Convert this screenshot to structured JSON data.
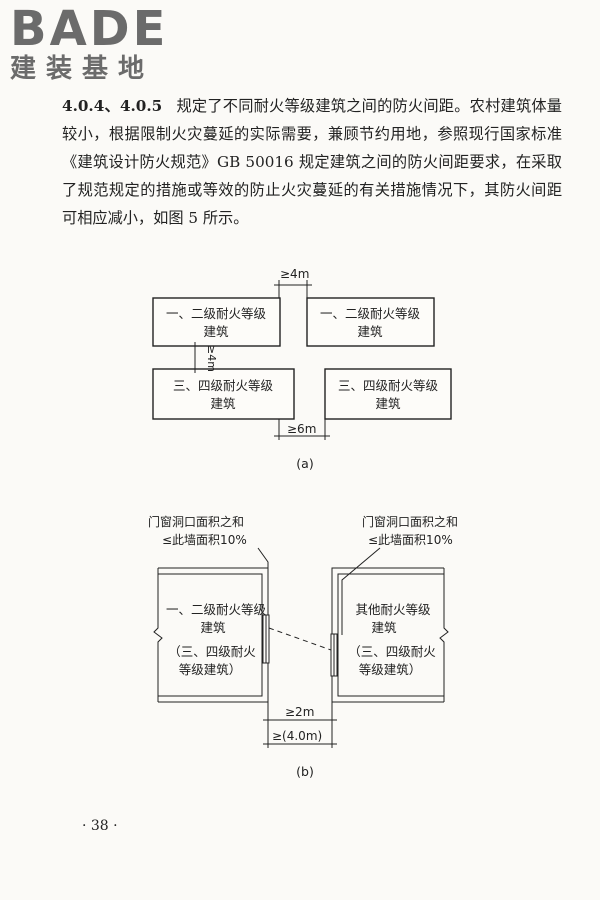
{
  "logo": {
    "main": "BADE",
    "sub": "建装基地"
  },
  "paragraph": {
    "clause": "4.0.4、4.0.5",
    "text": "规定了不同耐火等级建筑之间的防火间距。农村建筑体量较小，根据限制火灾蔓延的实际需要，兼顾节约用地，参照现行国家标准《建筑设计防火规范》GB 50016 规定建筑之间的防火间距要求，在采取了规范规定的措施或等效的防止火灾蔓延的有关措施情况下，其防火间距可相应减小，如图 5 所示。"
  },
  "figure_a": {
    "box1_line1": "一、二级耐火等级",
    "box1_line2": "建筑",
    "box2_line1": "一、二级耐火等级",
    "box2_line2": "建筑",
    "box3_line1": "三、四级耐火等级",
    "box3_line2": "建筑",
    "box4_line1": "三、四级耐火等级",
    "box4_line2": "建筑",
    "dim_top": "≥4m",
    "dim_vertical": "≥4m",
    "dim_bottom": "≥6m",
    "caption": "(a)"
  },
  "figure_b": {
    "note_left_line1": "门窗洞口面积之和",
    "note_left_line2": "≤此墙面积10%",
    "note_right_line1": "门窗洞口面积之和",
    "note_right_line2": "≤此墙面积10%",
    "left_line1": "一、二级耐火等级",
    "left_line2": "建筑",
    "left_line3": "（三、四级耐火",
    "left_line4": "等级建筑）",
    "right_line1": "其他耐火等级",
    "right_line2": "建筑",
    "right_line3": "（三、四级耐火",
    "right_line4": "等级建筑）",
    "dim1": "≥2m",
    "dim2": "≥(4.0m)",
    "caption": "(b)"
  },
  "page_number": "· 38 ·"
}
